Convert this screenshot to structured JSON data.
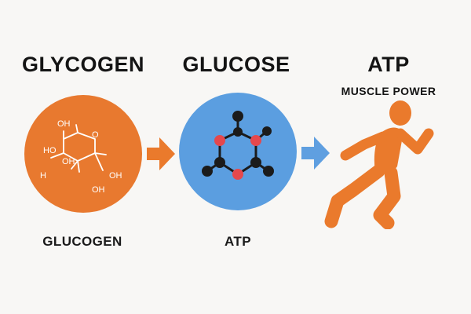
{
  "colors": {
    "background": "#f8f7f5",
    "orange": "#e8792f",
    "blue": "#5b9ee0",
    "arrow_orange": "#ea7a2c",
    "arrow_blue": "#5f9fe0",
    "atom_black": "#1b1b1b",
    "atom_red": "#e5484d",
    "text": "#141414"
  },
  "stages": [
    {
      "title": "GLYCOGEN",
      "caption": "GLUCOGEN",
      "icon": "hexose-ring-structure-icon",
      "structure_labels": {
        "ring_oxygen": "O",
        "top_oh": "OH",
        "left_oh": "HO",
        "mid_oh": "OH",
        "hydrogen": "H",
        "right_oh": "OH",
        "bottom_oh": "OH"
      }
    },
    {
      "title": "GLUCOSE",
      "caption": "ATP",
      "icon": "molecule-ball-and-stick-icon"
    },
    {
      "title": "ATP",
      "subtitle": "MUSCLE POWER",
      "icon": "running-man-icon"
    }
  ],
  "arrows": [
    {
      "icon": "right-arrow-icon",
      "color": "orange"
    },
    {
      "icon": "right-arrow-icon",
      "color": "blue"
    }
  ]
}
